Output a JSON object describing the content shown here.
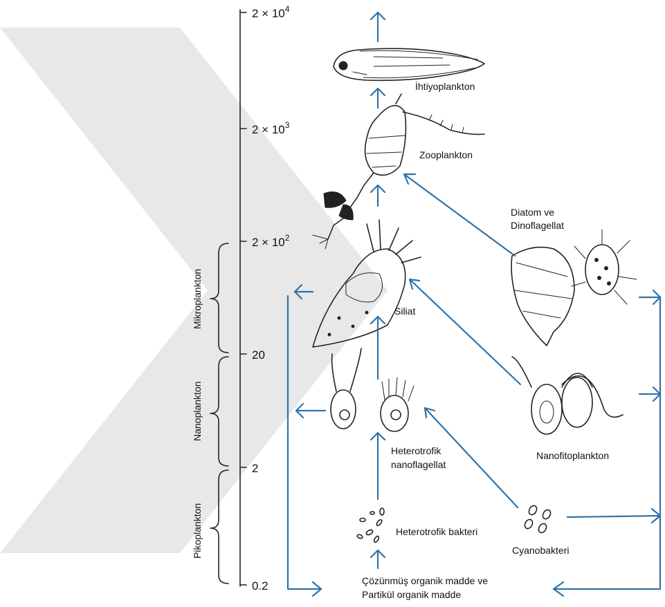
{
  "size_scale": {
    "ticks": [
      "2 × 10",
      "2 × 10",
      "2 × 10",
      "20",
      "2",
      "0.2"
    ],
    "exponents": [
      "4",
      "3",
      "2"
    ]
  },
  "size_classes": [
    "Mikroplankton",
    "Nanoplankton",
    "Pikoplankton"
  ],
  "organisms": {
    "ichthyoplankton": "İhtiyoplankton",
    "zooplankton": "Zooplankton",
    "diatom_line1": "Diatom ve",
    "diatom_line2": "Dinoflagellat",
    "ciliate": "Siliat",
    "nanophyto": "Nanofitoplankton",
    "hetero_nano_line1": "Heterotrofik",
    "hetero_nano_line2": "nanoflagellat",
    "hetero_bact": "Heterotrofik bakteri",
    "cyano": "Cyanobakteri",
    "organic_line1": "Çözünmüş organik madde ve",
    "organic_line2": "Partikül organik madde"
  },
  "colors": {
    "arrow": "#2e72a8",
    "ink": "#222222",
    "watermark": "#e8e8e8"
  }
}
